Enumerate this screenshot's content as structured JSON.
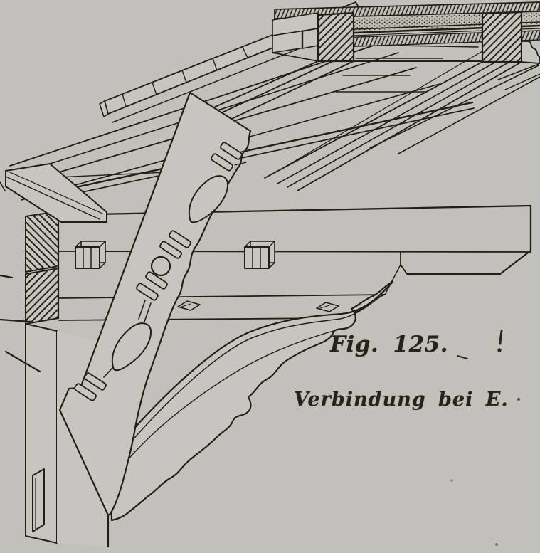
{
  "figure": {
    "label": "Fig. 125.",
    "caption": "Verbindung bei E."
  },
  "colors": {
    "paper": "#c7c5c0",
    "ink": "#221f18"
  },
  "elements": [
    "roof-boarding-section",
    "plaster-infill-stipple",
    "rafter-section-blocks",
    "eaves-molding-band",
    "boarding-edge-strip",
    "purlin-beam",
    "wall-plate",
    "dowel-pegs",
    "diamond-peg-holes",
    "saddle-piece",
    "console-bracket",
    "turned-baluster-strut",
    "wall-post",
    "mortise-slot"
  ]
}
